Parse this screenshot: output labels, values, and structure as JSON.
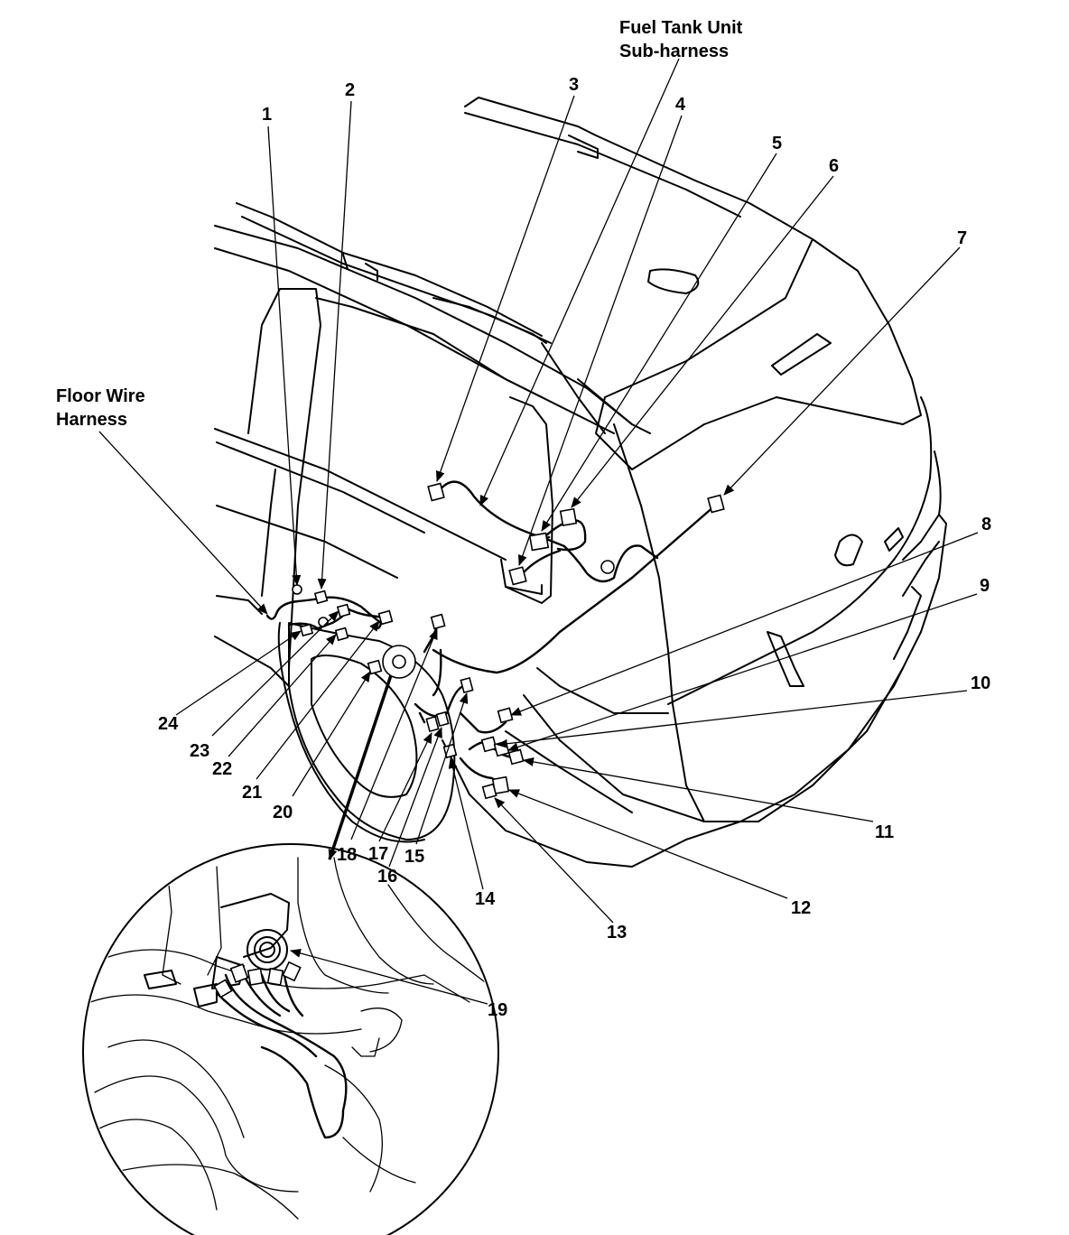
{
  "labels": {
    "fuel_tank_line1": "Fuel Tank Unit",
    "fuel_tank_line2": "Sub-harness",
    "floor_wire_line1": "Floor Wire",
    "floor_wire_line2": "Harness",
    "callouts": [
      "1",
      "2",
      "3",
      "4",
      "5",
      "6",
      "7",
      "8",
      "9",
      "10",
      "11",
      "12",
      "13",
      "14",
      "15",
      "16",
      "17",
      "18",
      "19",
      "20",
      "21",
      "22",
      "23",
      "24"
    ]
  }
}
